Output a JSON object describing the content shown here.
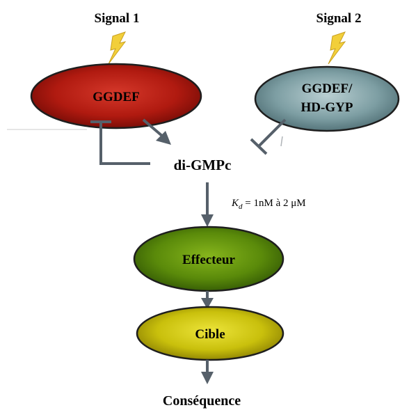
{
  "signals": {
    "signal1": "Signal 1",
    "signal2": "Signal 2"
  },
  "enzymes": {
    "ggdef": "GGDEF",
    "ggdef_hdgyp_line1": "GGDEF/",
    "ggdef_hdgyp_line2": "HD-GYP"
  },
  "messenger": "di-GMPc",
  "affinity": {
    "symbol": "K",
    "subscript": "d",
    "range": " = 1nM à 2 μM"
  },
  "effector": "Effecteur",
  "target": "Cible",
  "consequence": "Conséquence",
  "colors": {
    "ggdef_fill": "#b01a10",
    "ggdef_hdgyp_fill": "#7d9ea3",
    "effector_fill": "#5a8a0a",
    "target_fill": "#c9c00c",
    "arrow": "#56606a",
    "lightning": "#f2cf3a"
  }
}
